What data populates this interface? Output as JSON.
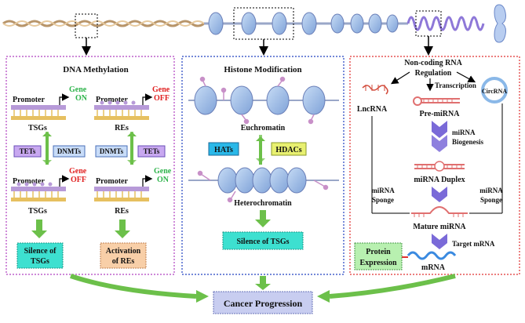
{
  "panels": {
    "methylation": {
      "title": "DNA Methylation",
      "promoter": "Promoter",
      "gene": "Gene",
      "on": "ON",
      "off": "OFF",
      "tsgs": "TSGs",
      "res": "REs",
      "tets": "TETs",
      "dnmts": "DNMTs",
      "silence": [
        "Silence of",
        "TSGs"
      ],
      "activation": [
        "Activation",
        "of REs"
      ]
    },
    "histone": {
      "title": "Histone Modification",
      "euchromatin": "Euchromatin",
      "heterochromatin": "Heterochromatin",
      "hats": "HATs",
      "hdacs": "HDACs",
      "silence": "Silence of TSGs"
    },
    "ncrna": {
      "title": [
        "Non-coding RNA",
        "Regulation"
      ],
      "lncrna": "LncRNA",
      "circrna": "CircRNA",
      "transcription": "Transcription",
      "pre_mirna": "Pre-miRNA",
      "biogenesis": [
        "miRNA",
        "Biogenesis"
      ],
      "duplex": "miRNA Duplex",
      "sponge_left": [
        "miRNA",
        "Sponge"
      ],
      "sponge_right": [
        "miRNA",
        "Sponge"
      ],
      "mature": "Mature miRNA",
      "target": "Target mRNA",
      "mrna": "mRNA",
      "protein": [
        "Protein",
        "Expression"
      ]
    }
  },
  "outcome": "Cancer Progression",
  "colors": {
    "green_arrow": "#6cc04a",
    "gene_on": "#2db34a",
    "gene_off": "#e02020",
    "panel1_border": "#b040c0",
    "panel2_border": "#2040c0",
    "panel3_border": "#e03030",
    "teal_box": "#3de0d0",
    "peach_box": "#f8cfa8",
    "lavender_box": "#c8cdf0",
    "protein_box": "#b8f0b0"
  }
}
